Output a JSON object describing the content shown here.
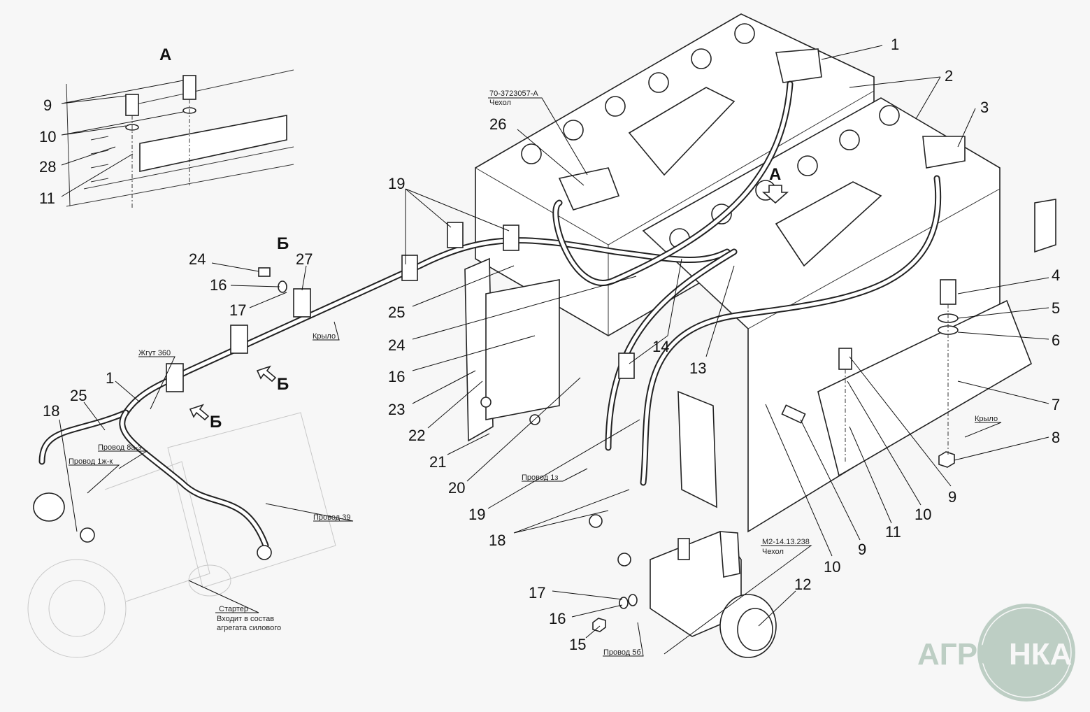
{
  "colors": {
    "background": "#f7f7f7",
    "line": "#111111",
    "logo": "#b3c8bc"
  },
  "view_labels": {
    "view_a": "А",
    "view_b": "Б"
  },
  "callouts": {
    "a_9": "9",
    "a_10": "10",
    "a_28": "28",
    "a_11": "11",
    "b_24": "24",
    "b_27": "27",
    "b_16": "16",
    "b_17": "17",
    "c_19a": "19",
    "c_25": "25",
    "c_24": "24",
    "c_16": "16",
    "c_23": "23",
    "c_22": "22",
    "c_21": "21",
    "c_20": "20",
    "c_19b": "19",
    "c_18": "18",
    "c_14": "14",
    "c_13": "13",
    "c_26": "26",
    "r_1": "1",
    "r_2": "2",
    "r_3": "3",
    "r_4": "4",
    "r_5": "5",
    "r_6": "6",
    "r_7": "7",
    "r_8": "8",
    "r_9a": "9",
    "r_10a": "10",
    "r_11": "11",
    "r_9b": "9",
    "r_10b": "10",
    "r_12": "12",
    "s_17": "17",
    "s_16": "16",
    "s_15": "15",
    "l_1": "1",
    "l_25": "25",
    "l_18": "18"
  },
  "notes": {
    "cover_code": "70-3723057-А",
    "cover_name": "Чехол",
    "harness": "Жгут 360",
    "wire_8az": "Провод 8а-з",
    "wire_1zhk": "Провод 1ж-к",
    "wire_39": "Провод 39",
    "starter": "Стартер",
    "starter_note_1": "Входит в состав",
    "starter_note_2": "агрегата силового",
    "wire_1z": "Провод 1з",
    "cover2_code": "М2-14.13.238",
    "cover2_name": "Чехол",
    "wire_5b": "Провод 5б",
    "fender_1": "Крыло",
    "fender_2": "Крыло"
  },
  "logo": {
    "text_left": "АГРО",
    "text_right": "НКА"
  }
}
